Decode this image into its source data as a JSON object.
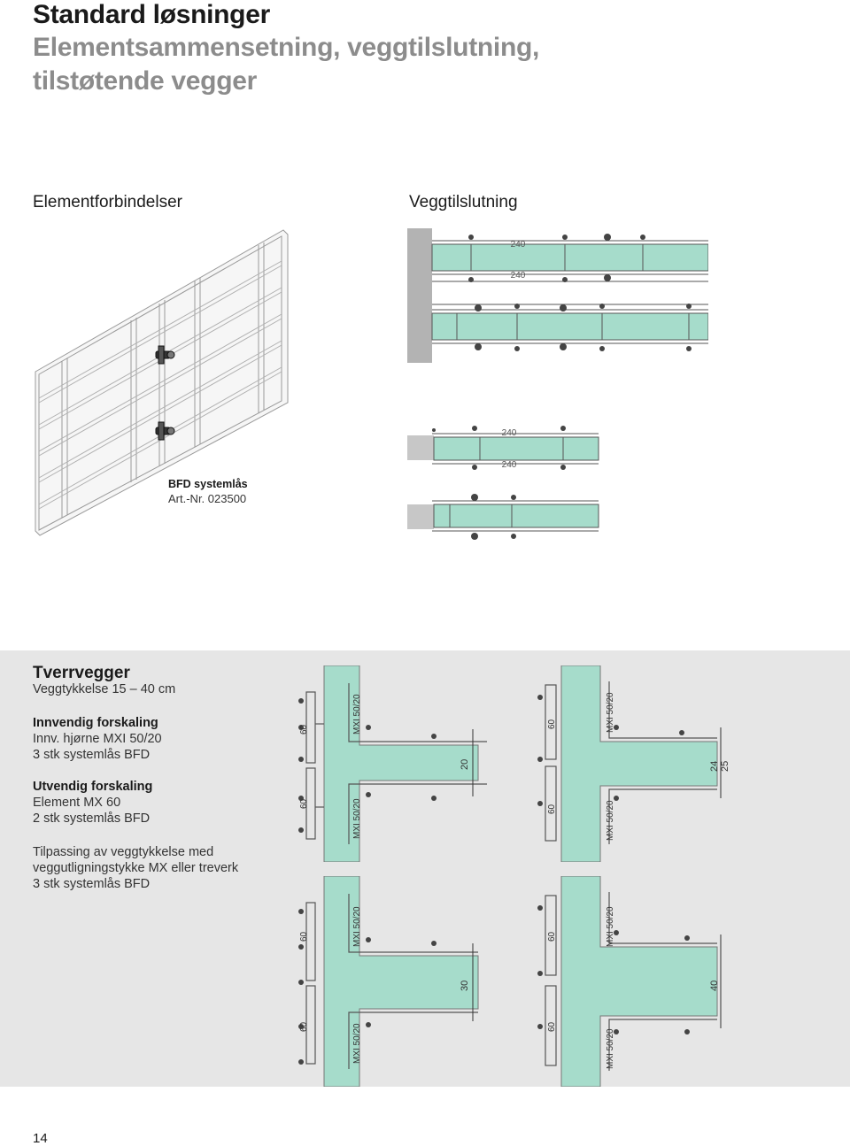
{
  "header": {
    "title": "Standard løsninger",
    "subtitle_line1": "Elementsammensetning, veggtilslutning,",
    "subtitle_line2": "tilstøtende vegger"
  },
  "sections": {
    "left_title": "Elementforbindelser",
    "right_title": "Veggtilslutning"
  },
  "bfd": {
    "label": "BFD systemlås",
    "artnr": "Art.-Nr. 023500"
  },
  "dims_wall": [
    "240",
    "240",
    "240",
    "240"
  ],
  "tverrvegger": {
    "title": "Tverrvegger",
    "thickness": "Veggtykkelse 15 – 40 cm",
    "innvendig_heading": "Innvendig forskaling",
    "innvendig_line1": "Innv. hjørne MXI 50/20",
    "innvendig_line2": "3 stk systemlås BFD",
    "utvendig_heading": "Utvendig forskaling",
    "utvendig_line1": "Element MX 60",
    "utvendig_line2": "2 stk systemlås BFD",
    "tilpassing_line1": "Tilpassing av veggtykkelse med",
    "tilpassing_line2": "veggutligningstykke MX eller treverk",
    "tilpassing_line3": "3 stk systemlås BFD"
  },
  "plan_labels": {
    "mxi": "MXI 50/20",
    "sixty": "60",
    "d20": "20",
    "d24": "24",
    "d25": "25",
    "d30": "30",
    "d40": "40"
  },
  "colors": {
    "concrete": "#a6dccb",
    "band": "#e6e6e6",
    "subtitle": "#8c8c8c"
  },
  "page_number": "14"
}
